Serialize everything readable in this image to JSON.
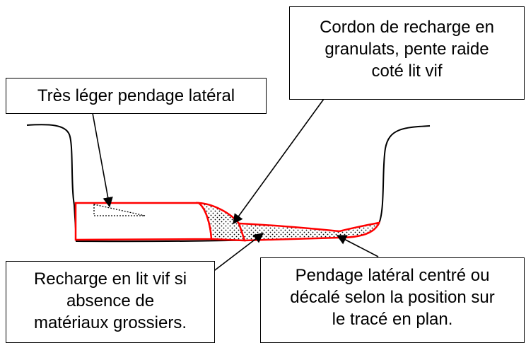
{
  "callouts": {
    "cordon": [
      "Cordon de recharge en",
      "granulats, pente raide",
      "coté lit vif"
    ],
    "pendage_leger": "Très léger pendage latéral",
    "recharge": [
      "Recharge en lit vif si",
      "absence de",
      "matériaux grossiers."
    ],
    "pendage_centre": [
      "Pendage latéral centré ou",
      "décalé selon la position sur",
      "le tracé en plan."
    ]
  },
  "colors": {
    "outline": "#000000",
    "fill_border": "#ff0000",
    "hatch_dot": "#000000"
  }
}
